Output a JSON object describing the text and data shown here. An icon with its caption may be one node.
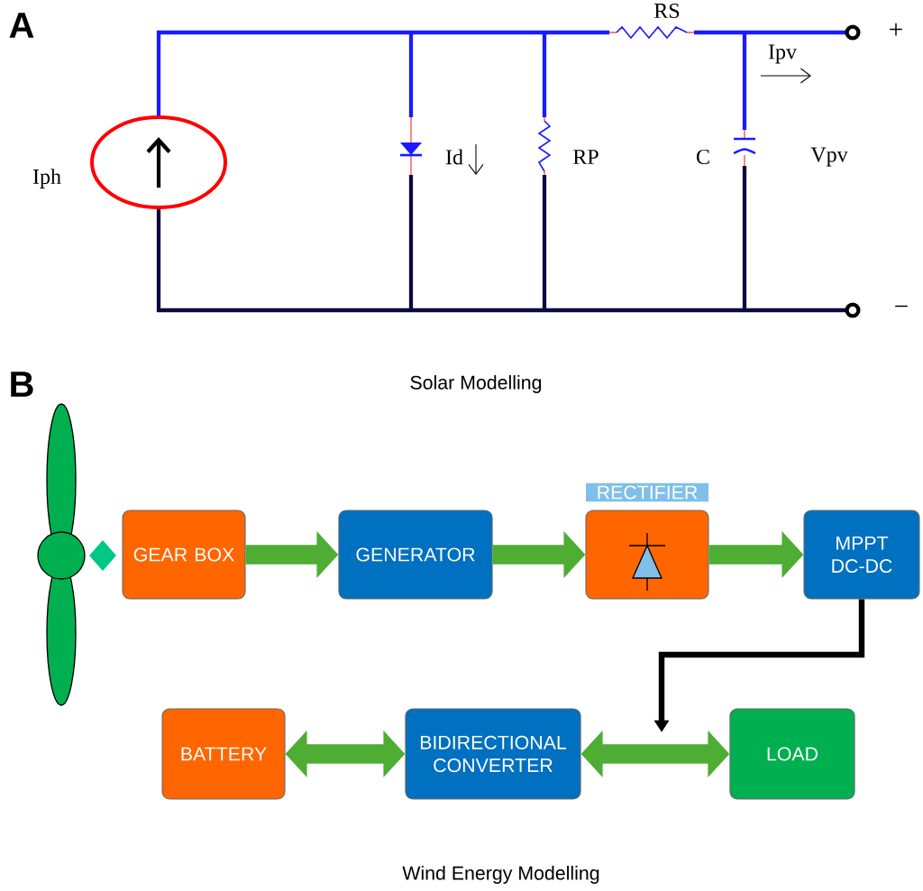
{
  "diagram": {
    "nodes": [
      {
        "text": [
          "GEAR BOX"
        ]
      },
      {
        "text": [
          "GENERATOR"
        ]
      },
      {
        "text": [
          "RECTIFIER"
        ]
      },
      {
        "text": [
          "MPPT DC-DC"
        ]
      },
      {
        "text": [
          "BATTERY"
        ]
      },
      {
        "text": [
          "BIDIRECTIONAL CONVERTER"
        ]
      },
      {
        "text": [
          "LOAD"
        ]
      }
    ],
    "edges": [
      {
        "from": 0,
        "to": 1,
        "arrow": "to"
      },
      {
        "from": 1,
        "to": 2,
        "arrow": "to"
      },
      {
        "from": 2,
        "to": 3,
        "arrow": "to"
      },
      {
        "from": 4,
        "to": 5,
        "arrow": "both"
      },
      {
        "from": 5,
        "to": 6,
        "arrow": "both"
      },
      {
        "from": 3,
        "to": null,
        "arrow": "to",
        "color": "#000000"
      }
    ],
    "labels": [
      "A",
      "RS",
      "Ipv",
      "Iph",
      "Id",
      "RP",
      "C",
      "Vpv",
      "+",
      "−",
      "Solar Modelling",
      "B",
      "Wind Energy Modelling"
    ]
  }
}
